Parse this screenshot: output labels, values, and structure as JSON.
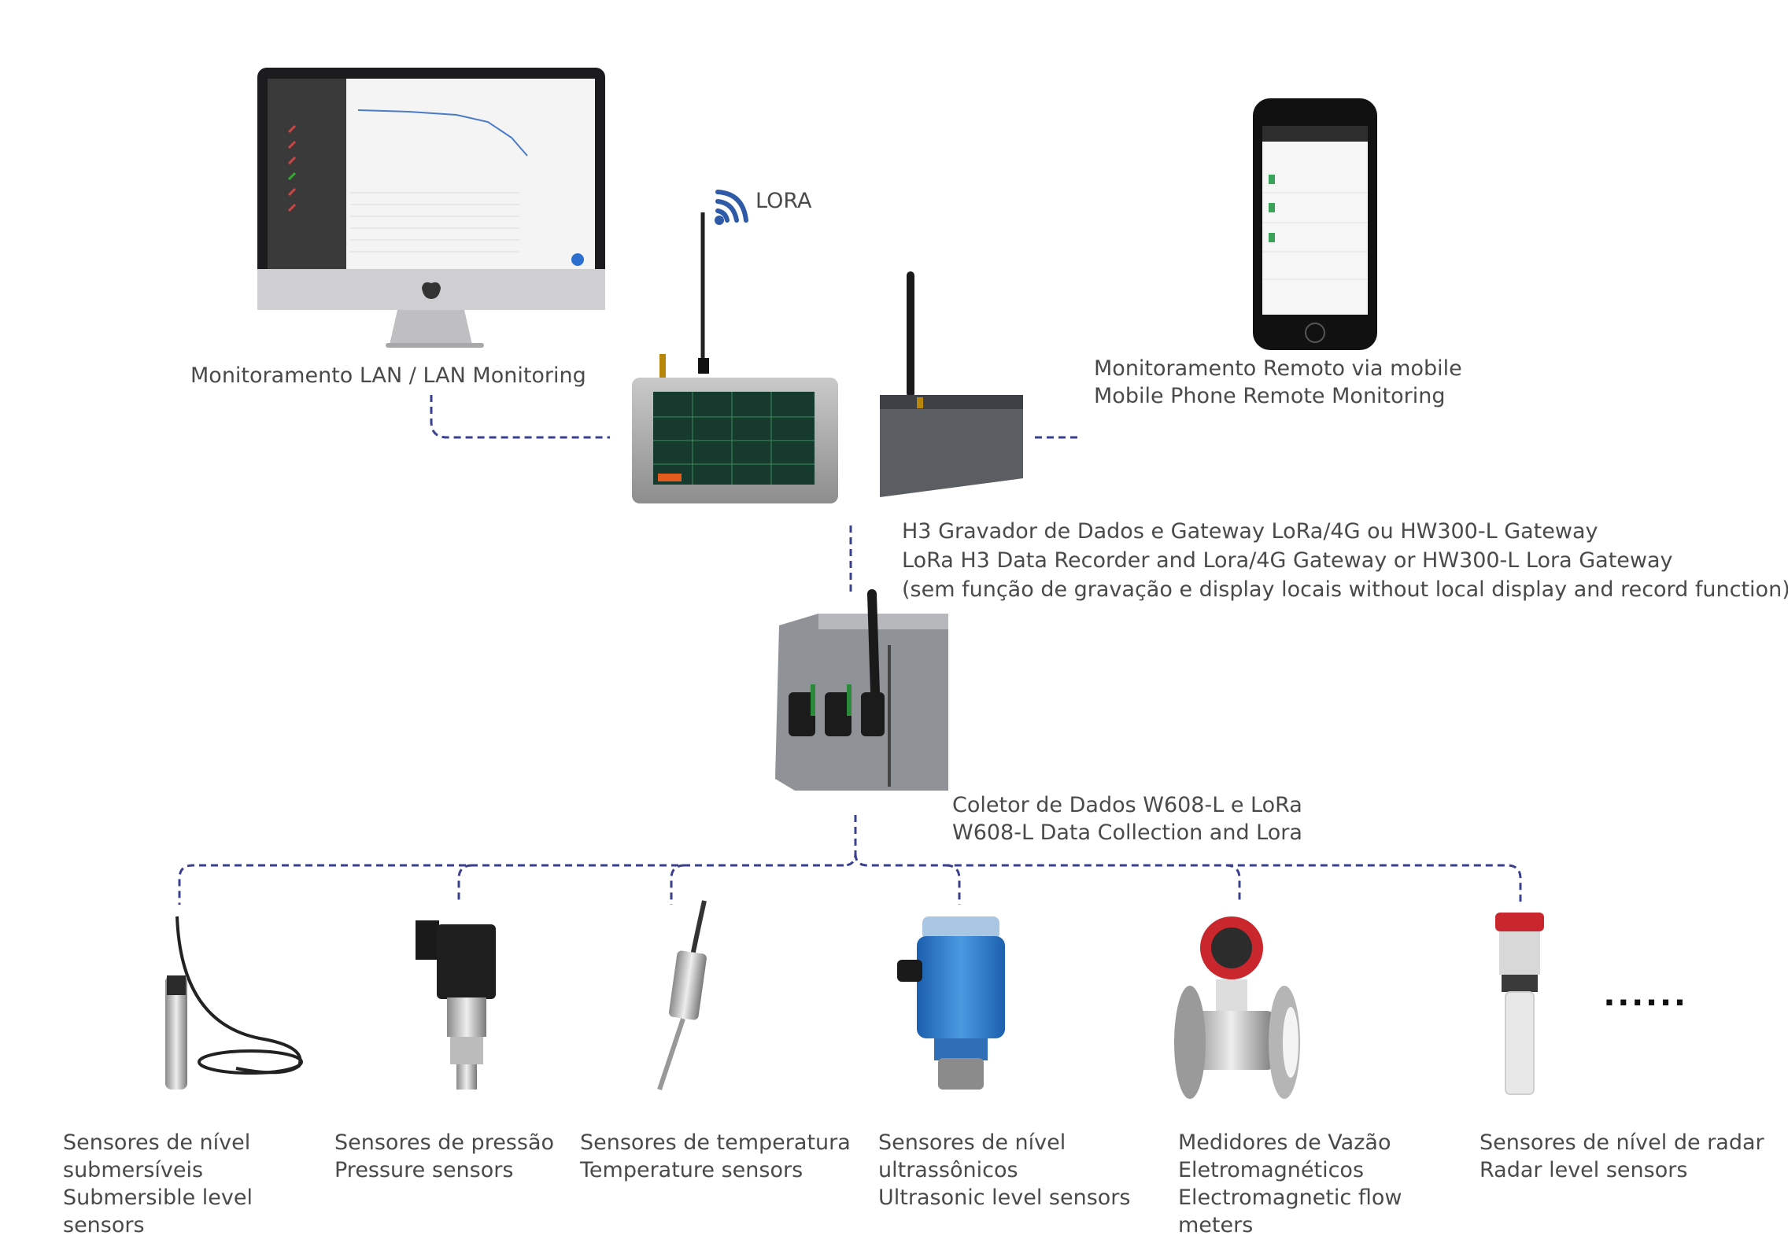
{
  "lora_label": "LORA",
  "lan_monitor": {
    "line1": "Monitoramento LAN / LAN Monitoring"
  },
  "mobile_monitor": {
    "line1": "Monitoramento Remoto via mobile",
    "line2": "Mobile Phone Remote Monitoring"
  },
  "gateway": {
    "line1": "H3 Gravador de Dados e Gateway LoRa/4G ou HW300-L Gateway",
    "line2": "LoRa H3 Data Recorder and Lora/4G Gateway or HW300-L Lora Gateway",
    "line3": "(sem função de gravação e display locais without local display and record function)"
  },
  "collector": {
    "line1": "Coletor de Dados W608-L e LoRa",
    "line2": "W608-L Data Collection and Lora"
  },
  "sensors": [
    {
      "line1": "Sensores de nível",
      "line2": "submersíveis",
      "line3": "Submersible level",
      "line4": "sensors"
    },
    {
      "line1": "Sensores de pressão",
      "line2": "Pressure sensors",
      "line3": "",
      "line4": ""
    },
    {
      "line1": "Sensores de temperatura",
      "line2": "Temperature sensors",
      "line3": "",
      "line4": ""
    },
    {
      "line1": "Sensores de nível",
      "line2": "ultrassônicos",
      "line3": "Ultrasonic level sensors",
      "line4": ""
    },
    {
      "line1": "Medidores de Vazão",
      "line2": "Eletromagnéticos",
      "line3": "Electromagnetic flow",
      "line4": "meters"
    },
    {
      "line1": "Sensores de nível de radar",
      "line2": "Radar level sensors",
      "line3": "",
      "line4": ""
    }
  ],
  "ellipsis": "......",
  "colors": {
    "dash": "#3a3f8f",
    "text": "#4a4a4a",
    "wifi": "#2e5aa8"
  }
}
